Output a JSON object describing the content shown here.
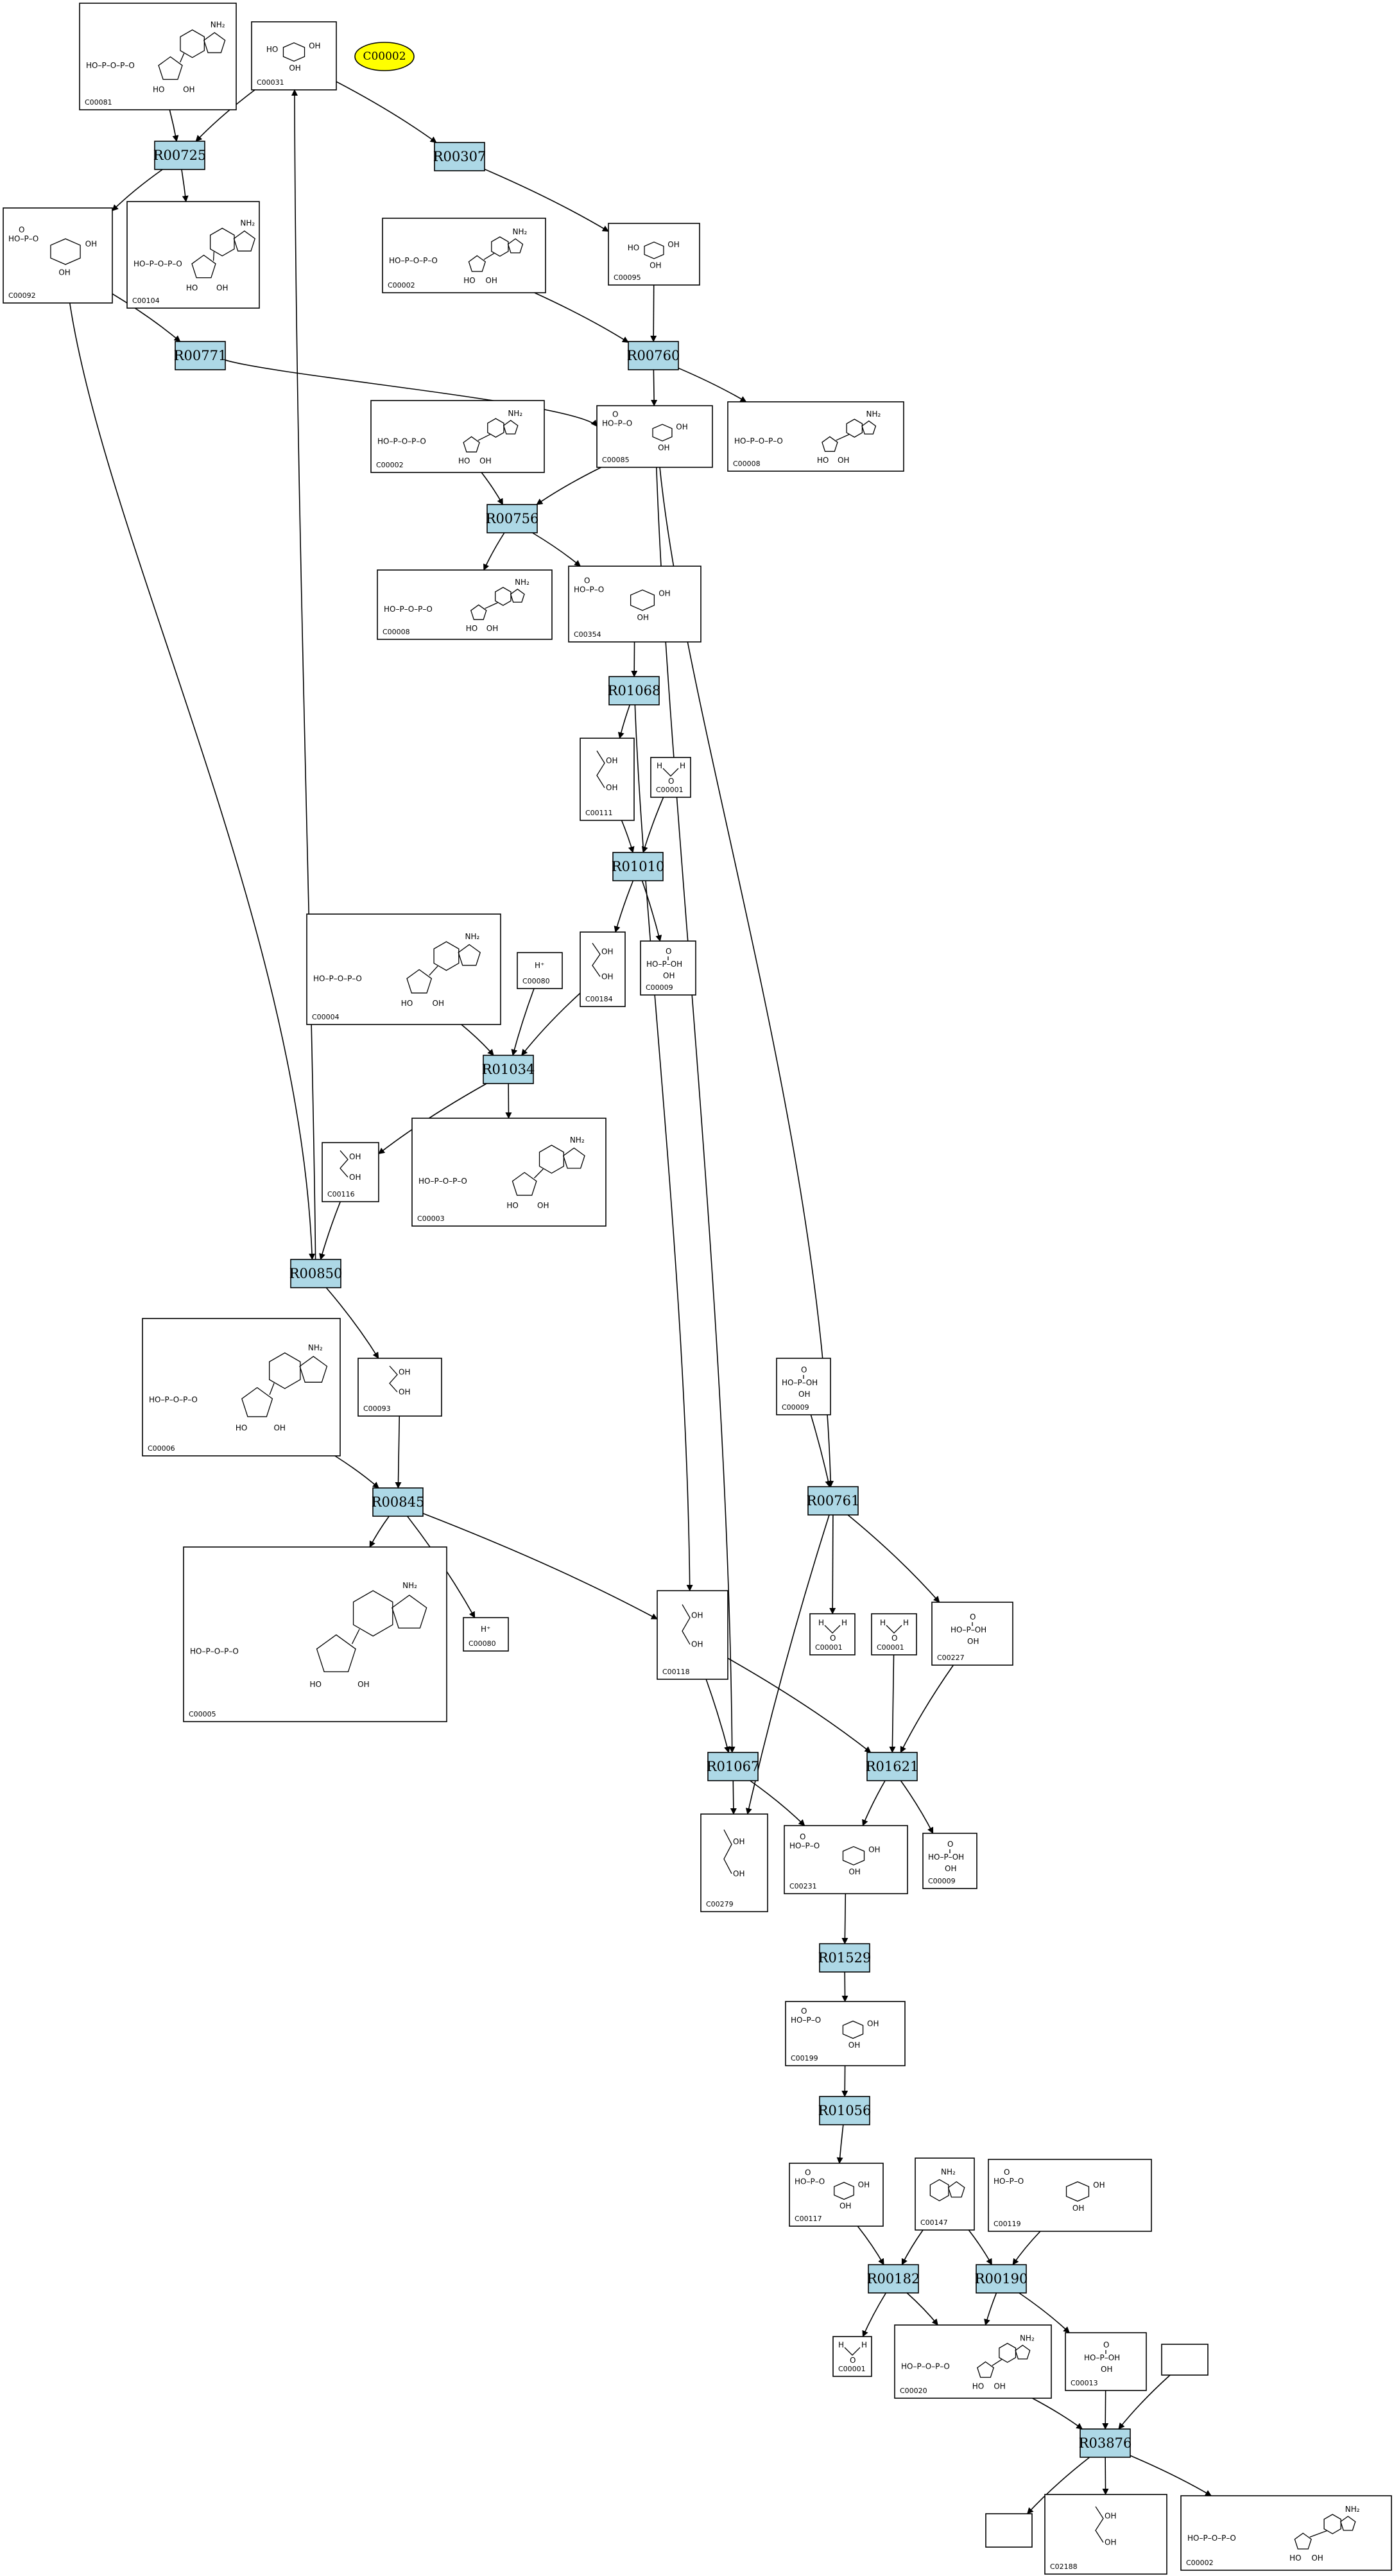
{
  "highlight": {
    "label": "C00002"
  },
  "compounds": [
    {
      "key": "c00081",
      "label": "C00081",
      "type": "nucleotide"
    },
    {
      "key": "c00031",
      "label": "C00031",
      "type": "sugar"
    },
    {
      "key": "c00092",
      "label": "C00092",
      "type": "sugarphos"
    },
    {
      "key": "c00104",
      "label": "C00104",
      "type": "nucleotide"
    },
    {
      "key": "c00002a",
      "label": "C00002",
      "type": "nucleotide"
    },
    {
      "key": "c00095",
      "label": "C00095",
      "type": "sugar"
    },
    {
      "key": "c00002b",
      "label": "C00002",
      "type": "nucleotide"
    },
    {
      "key": "c00085",
      "label": "C00085",
      "type": "sugarphos"
    },
    {
      "key": "c00008",
      "label": "C00008",
      "type": "nucleotide"
    },
    {
      "key": "c00008b",
      "label": "C00008",
      "type": "nucleotide"
    },
    {
      "key": "c00354",
      "label": "C00354",
      "type": "sugarphos"
    },
    {
      "key": "c00111",
      "label": "C00111",
      "type": "small"
    },
    {
      "key": "c00001a",
      "label": "C00001",
      "type": "water"
    },
    {
      "key": "c00004",
      "label": "C00004",
      "type": "nucleotide"
    },
    {
      "key": "c00080a",
      "label": "C00080",
      "type": "proton"
    },
    {
      "key": "c00184",
      "label": "C00184",
      "type": "small"
    },
    {
      "key": "c00009a",
      "label": "C00009",
      "type": "phosphate"
    },
    {
      "key": "c00116",
      "label": "C00116",
      "type": "small"
    },
    {
      "key": "c00003",
      "label": "C00003",
      "type": "nucleotide"
    },
    {
      "key": "c00006",
      "label": "C00006",
      "type": "nucleotide"
    },
    {
      "key": "c00093",
      "label": "C00093",
      "type": "small"
    },
    {
      "key": "c00009b",
      "label": "C00009",
      "type": "phosphate"
    },
    {
      "key": "c00005",
      "label": "C00005",
      "type": "nucleotide"
    },
    {
      "key": "c00080b",
      "label": "C00080",
      "type": "proton"
    },
    {
      "key": "c00118",
      "label": "C00118",
      "type": "small"
    },
    {
      "key": "c00001b",
      "label": "C00001",
      "type": "water"
    },
    {
      "key": "c00001c",
      "label": "C00001",
      "type": "water"
    },
    {
      "key": "c00227",
      "label": "C00227",
      "type": "phosphate"
    },
    {
      "key": "c00279",
      "label": "C00279",
      "type": "small"
    },
    {
      "key": "c00231",
      "label": "C00231",
      "type": "sugarphos"
    },
    {
      "key": "c00009c",
      "label": "C00009",
      "type": "phosphate"
    },
    {
      "key": "c00199",
      "label": "C00199",
      "type": "sugarphos"
    },
    {
      "key": "c00117",
      "label": "C00117",
      "type": "sugarphos"
    },
    {
      "key": "c00147",
      "label": "C00147",
      "type": "base"
    },
    {
      "key": "c00119",
      "label": "C00119",
      "type": "sugarphos"
    },
    {
      "key": "c00001d",
      "label": "C00001",
      "type": "water"
    },
    {
      "key": "c00020",
      "label": "C00020",
      "type": "nucleotide"
    },
    {
      "key": "c00013",
      "label": "C00013",
      "type": "phosphate"
    },
    {
      "key": "blank1",
      "label": "",
      "type": "blank"
    },
    {
      "key": "blank2",
      "label": "",
      "type": "blank"
    },
    {
      "key": "c02188",
      "label": "C02188",
      "type": "small"
    },
    {
      "key": "c00002c",
      "label": "C00002",
      "type": "nucleotide"
    }
  ],
  "reactions": [
    {
      "key": "r00725",
      "label": "R00725"
    },
    {
      "key": "r00307",
      "label": "R00307"
    },
    {
      "key": "r00771",
      "label": "R00771"
    },
    {
      "key": "r00760",
      "label": "R00760"
    },
    {
      "key": "r00756",
      "label": "R00756"
    },
    {
      "key": "r01068",
      "label": "R01068"
    },
    {
      "key": "r01010",
      "label": "R01010"
    },
    {
      "key": "r01034",
      "label": "R01034"
    },
    {
      "key": "r00850",
      "label": "R00850"
    },
    {
      "key": "r00845",
      "label": "R00845"
    },
    {
      "key": "r00761",
      "label": "R00761"
    },
    {
      "key": "r01067",
      "label": "R01067"
    },
    {
      "key": "r01621",
      "label": "R01621"
    },
    {
      "key": "r01529",
      "label": "R01529"
    },
    {
      "key": "r01056",
      "label": "R01056"
    },
    {
      "key": "r00182",
      "label": "R00182"
    },
    {
      "key": "r00190",
      "label": "R00190"
    },
    {
      "key": "r03876",
      "label": "R03876"
    }
  ],
  "edges": [
    [
      "c00081",
      "r00725"
    ],
    [
      "c00031",
      "r00725"
    ],
    [
      "r00725",
      "c00092"
    ],
    [
      "r00725",
      "c00104"
    ],
    [
      "c00031",
      "r00307"
    ],
    [
      "r00307",
      "c00095"
    ],
    [
      "c00092",
      "r00771"
    ],
    [
      "r00771",
      "c00085"
    ],
    [
      "c00002a",
      "r00760"
    ],
    [
      "c00095",
      "r00760"
    ],
    [
      "r00760",
      "c00085"
    ],
    [
      "r00760",
      "c00008"
    ],
    [
      "c00002b",
      "r00756"
    ],
    [
      "c00085",
      "r00756"
    ],
    [
      "r00756",
      "c00008b"
    ],
    [
      "r00756",
      "c00354"
    ],
    [
      "c00354",
      "r01068"
    ],
    [
      "r01068",
      "c00111"
    ],
    [
      "r01068",
      "c00118"
    ],
    [
      "c00111",
      "r01010"
    ],
    [
      "c00001a",
      "r01010"
    ],
    [
      "r01010",
      "c00184"
    ],
    [
      "r01010",
      "c00009a"
    ],
    [
      "c00004",
      "r01034"
    ],
    [
      "c00080a",
      "r01034"
    ],
    [
      "c00184",
      "r01034"
    ],
    [
      "r01034",
      "c00116"
    ],
    [
      "r01034",
      "c00003"
    ],
    [
      "c00116",
      "r00850"
    ],
    [
      "c00092",
      "r00850"
    ],
    [
      "r00850",
      "c00031"
    ],
    [
      "r00850",
      "c00093"
    ],
    [
      "c00006",
      "r00845"
    ],
    [
      "c00093",
      "r00845"
    ],
    [
      "r00845",
      "c00005"
    ],
    [
      "r00845",
      "c00080b"
    ],
    [
      "r00845",
      "c00118"
    ],
    [
      "c00009b",
      "r00761"
    ],
    [
      "c00085",
      "r00761"
    ],
    [
      "r00761",
      "c00001b"
    ],
    [
      "r00761",
      "c00227"
    ],
    [
      "r00761",
      "c00279"
    ],
    [
      "c00118",
      "r01067"
    ],
    [
      "c00085",
      "r01067"
    ],
    [
      "r01067",
      "c00279"
    ],
    [
      "r01067",
      "c00231"
    ],
    [
      "c00118",
      "r01621"
    ],
    [
      "c00001c",
      "r01621"
    ],
    [
      "c00227",
      "r01621"
    ],
    [
      "r01621",
      "c00231"
    ],
    [
      "r01621",
      "c00009c"
    ],
    [
      "c00231",
      "r01529"
    ],
    [
      "r01529",
      "c00199"
    ],
    [
      "c00199",
      "r01056"
    ],
    [
      "r01056",
      "c00117"
    ],
    [
      "c00117",
      "r00182"
    ],
    [
      "c00147",
      "r00182"
    ],
    [
      "r00182",
      "c00001d"
    ],
    [
      "r00182",
      "c00020"
    ],
    [
      "c00147",
      "r00190"
    ],
    [
      "c00119",
      "r00190"
    ],
    [
      "r00190",
      "c00020"
    ],
    [
      "r00190",
      "c00013"
    ],
    [
      "c00020",
      "r03876"
    ],
    [
      "c00013",
      "r03876"
    ],
    [
      "blank1",
      "r03876"
    ],
    [
      "r03876",
      "blank2"
    ],
    [
      "r03876",
      "c02188"
    ],
    [
      "r03876",
      "c00002c"
    ]
  ]
}
